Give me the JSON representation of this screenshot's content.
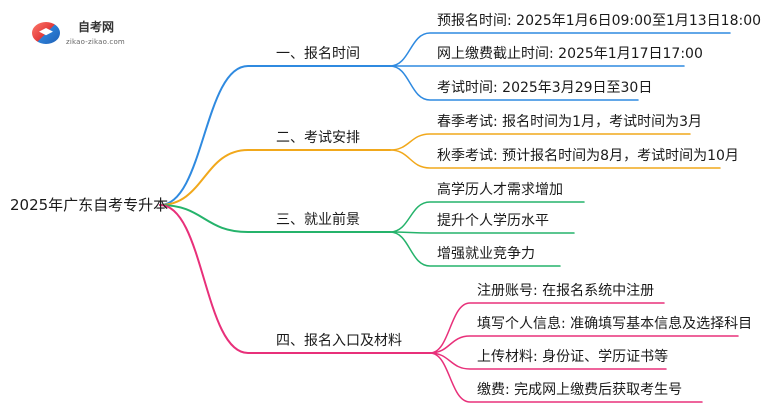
{
  "logo": {
    "title": "自考网",
    "url": "zikao-zikao.com"
  },
  "mindmap": {
    "root": "2025年广东自考专升本",
    "branches": [
      {
        "label": "一、报名时间",
        "color": "#2f8ae0",
        "children": [
          "预报名时间: 2025年1月6日09:00至1月13日18:00",
          "网上缴费截止时间: 2025年1月17日17:00",
          "考试时间: 2025年3月29日至30日"
        ]
      },
      {
        "label": "二、考试安排",
        "color": "#f1a81b",
        "children": [
          "春季考试: 报名时间为1月，考试时间为3月",
          "秋季考试: 预计报名时间为8月，考试时间为10月"
        ]
      },
      {
        "label": "三、就业前景",
        "color": "#25b36b",
        "children": [
          "高学历人才需求增加",
          "提升个人学历水平",
          "增强就业竞争力"
        ]
      },
      {
        "label": "四、报名入口及材料",
        "color": "#e8307a",
        "children": [
          "注册账号: 在报名系统中注册",
          "填写个人信息: 准确填写基本信息及选择科目",
          "上传材料: 身份证、学历证书等",
          "缴费: 完成网上缴费后获取考生号"
        ]
      }
    ]
  }
}
